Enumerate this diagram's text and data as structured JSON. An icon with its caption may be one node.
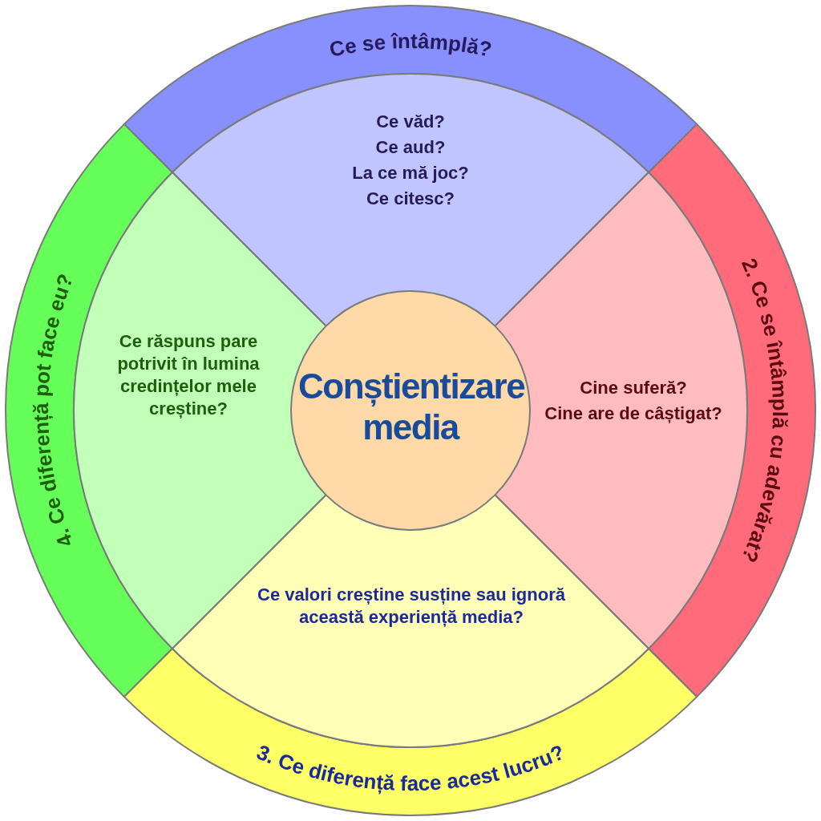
{
  "diagram": {
    "nodes": [
      {
        "text": [
          "Ce se întâmplă?"
        ]
      },
      {
        "text": [
          "Ce văd?",
          "Ce aud?",
          "La ce mă joc?",
          "Ce citesc?"
        ]
      },
      {
        "text": [
          "4. Ce diferență pot face eu?"
        ]
      },
      {
        "text": [
          "Ce răspuns pare potrivit în lumina credințelor mele creștine?"
        ]
      },
      {
        "text": [
          "Conștientizare media"
        ]
      },
      {
        "text": [
          "2. Ce se întâmplă cu adevărat?"
        ]
      },
      {
        "text": [
          "Cine suferă?",
          "Cine are de câștigat?"
        ]
      },
      {
        "text": [
          "Ce valori creștine susține sau ignoră această experiență media?"
        ]
      },
      {
        "text": [
          "3. Ce diferență face acest lucru?"
        ]
      }
    ]
  }
}
